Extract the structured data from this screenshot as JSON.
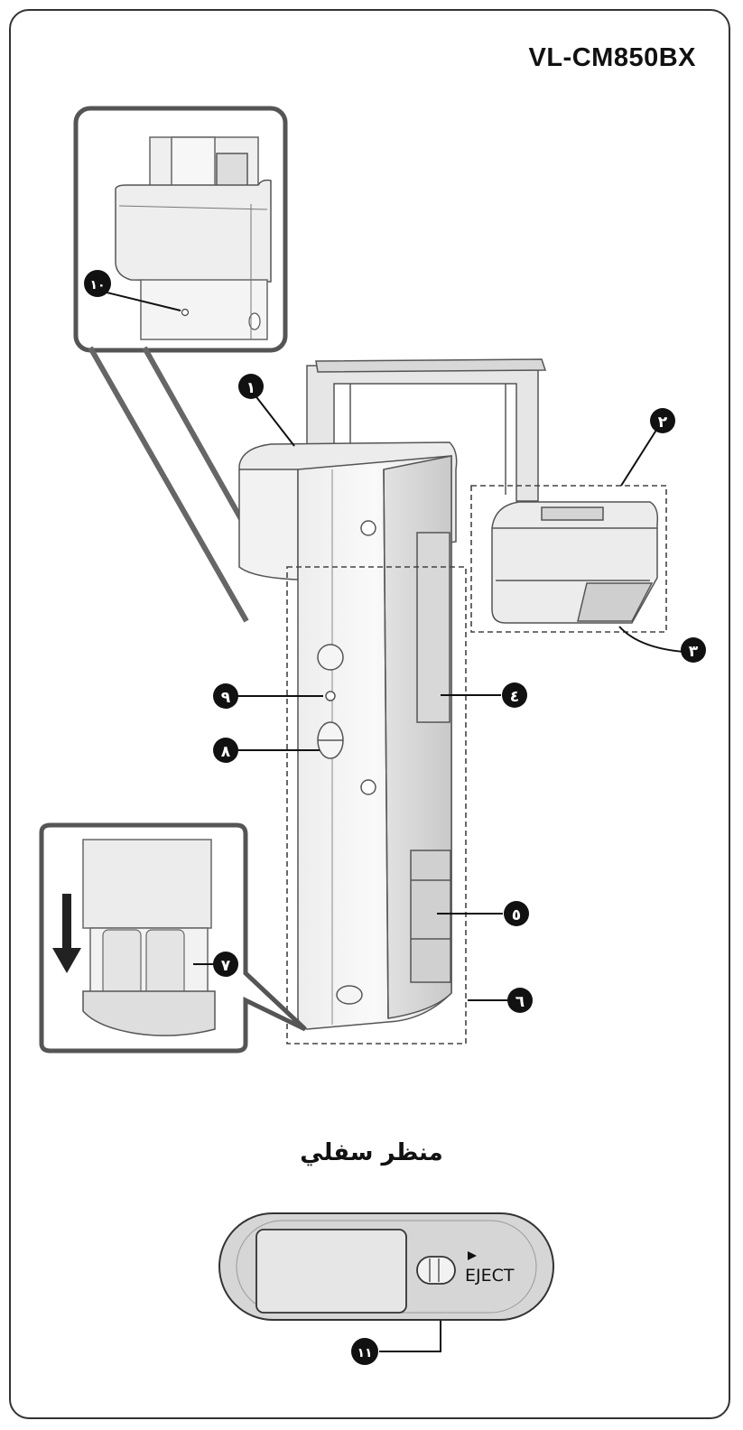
{
  "model_name": "VL-CM850BX",
  "bottom_view_caption": "منظر سفلي",
  "eject_label": "EJECT",
  "callouts": {
    "c1": "١",
    "c2": "٢",
    "c3": "٣",
    "c4": "٤",
    "c5": "٥",
    "c6": "٦",
    "c7": "٧",
    "c8": "٨",
    "c9": "٩",
    "c10": "١٠",
    "c11": "١١"
  }
}
